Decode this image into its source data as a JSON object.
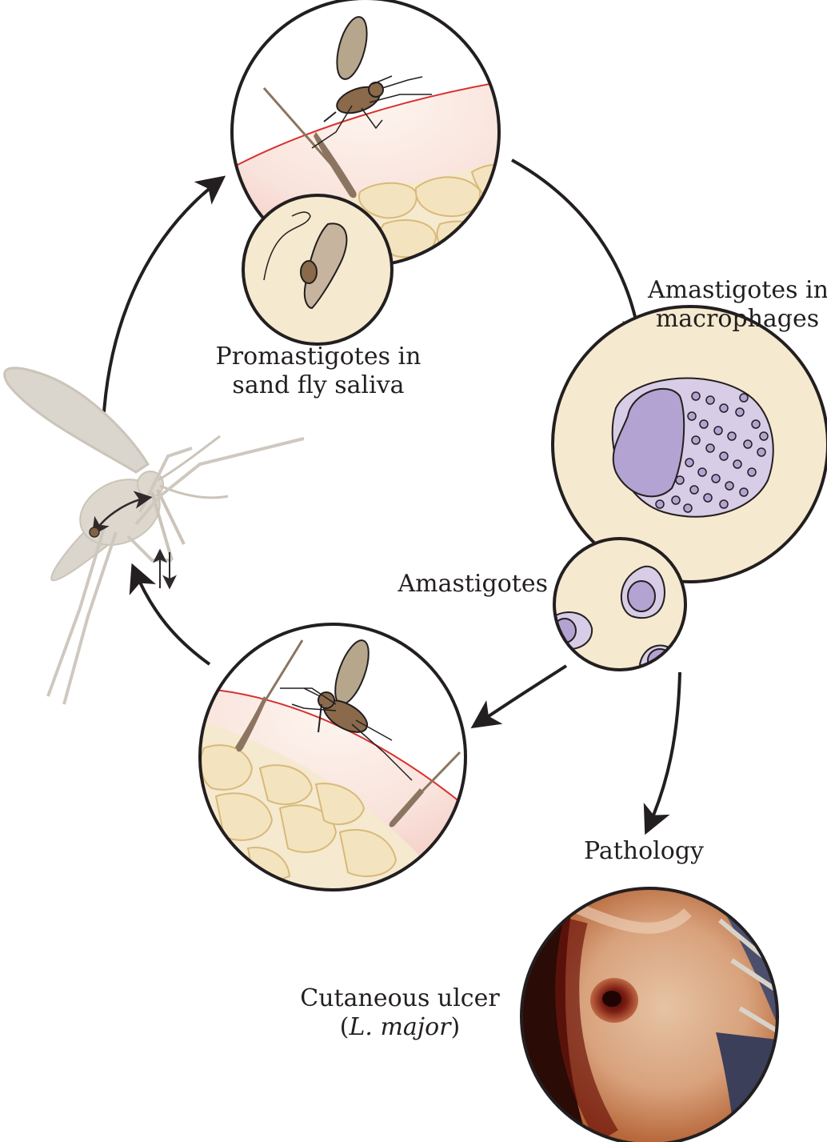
{
  "labels": {
    "promastigotes_line1": "Promastigotes in",
    "promastigotes_line2": "sand fly saliva",
    "amastigotes_macro_line1": "Amastigotes in",
    "amastigotes_macro_line2": "macrophages",
    "amastigotes": "Amastigotes",
    "pathology": "Pathology",
    "ulcer_line1": "Cutaneous ulcer",
    "ulcer_paren_open": "(",
    "ulcer_species": "L. major",
    "ulcer_paren_close": ")"
  },
  "colors": {
    "skin_light": "#fbeee6",
    "skin_pink": "#f6d2cd",
    "tissue": "#f5e9cf",
    "cell_fill": "#f3e4bf",
    "cell_line": "#d9b97a",
    "skin_edge": "#d9302e",
    "fly_brown": "#8a6a4a",
    "wing": "#b6a68c",
    "hair": "#8c7560",
    "macrophage": "#d7cde6",
    "nucleus": "#b2a3d2",
    "ghost_fly": "#d9d3cb",
    "outline": "#231f20"
  },
  "icons": [
    "sand-fly-icon",
    "promastigote-icon",
    "macrophage-icon",
    "ulcer-photo"
  ]
}
